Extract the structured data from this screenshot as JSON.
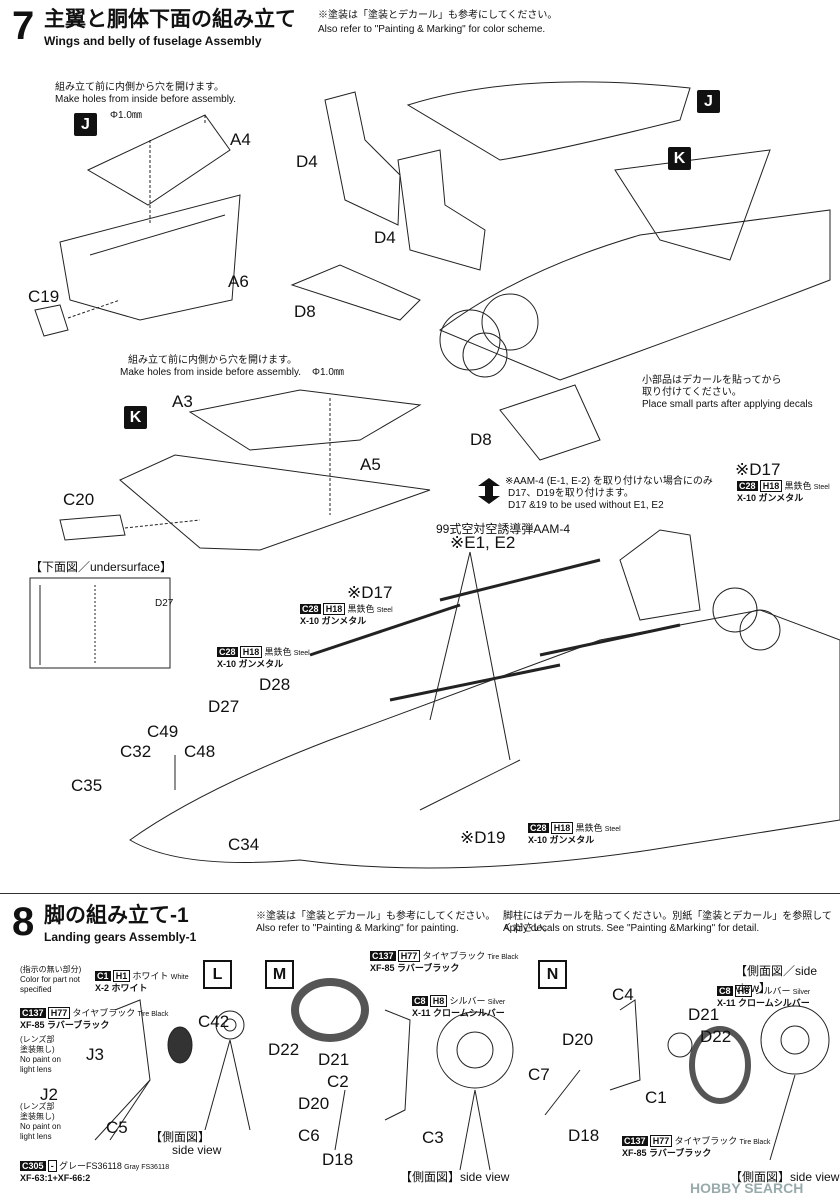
{
  "step7": {
    "number": "7",
    "title_jp": "主翼と胴体下面の組み立て",
    "title_en": "Wings and belly of fuselage Assembly",
    "note_jp": "※塗装は「塗装とデカール」も参考にしてください。",
    "note_en": "Also refer to \"Painting & Marking\" for color scheme.",
    "hole_note_j_jp": "組み立て前に内側から穴を開けます。",
    "hole_note_j_en": "Make holes from inside before assembly.",
    "hole_size_j": "Φ1.0㎜",
    "hole_note_k_jp": "組み立て前に内側から穴を開けます。",
    "hole_note_k_en": "Make holes from inside before assembly.",
    "hole_size_k": "Φ1.0㎜",
    "marker_j": "J",
    "marker_k": "K",
    "marker_j2": "J",
    "marker_k2": "K",
    "parts": {
      "a4": "A4",
      "a6": "A6",
      "c19": "C19",
      "d4a": "D4",
      "d4b": "D4",
      "d8a": "D8",
      "d8b": "D8",
      "a3": "A3",
      "a5": "A5",
      "c20": "C20",
      "d27a": "D27",
      "d17a": "※D17",
      "d17b": "※D17",
      "e1e2": "※E1, E2",
      "d28": "D28",
      "d27b": "D27",
      "c49": "C49",
      "c32": "C32",
      "c48": "C48",
      "c35": "C35",
      "c34": "C34",
      "d19": "※D19"
    },
    "small_parts_jp": "小部品はデカールを貼ってから",
    "small_parts_jp2": "取り付けてください。",
    "small_parts_en": "Place small parts after applying decals",
    "aam_note_jp": "※AAM-4 (E-1, E-2) を取り付けない場合にのみ",
    "aam_note_jp2": "D17、D19を取り付けます。",
    "aam_note_en": "D17 &19 to be used without E1, E2",
    "undersurface": "【下面図／undersurface】",
    "missile_label": "99式空対空誘導弾AAM-4",
    "paints": [
      {
        "code": "C28",
        "h": "H18",
        "jp": "黒鉄色",
        "en": "Steel",
        "name": "X-10 ガンメタル"
      },
      {
        "code": "C28",
        "h": "H18",
        "jp": "黒鉄色",
        "en": "Steel",
        "name": "X-10 ガンメタル"
      },
      {
        "code": "C28",
        "h": "H18",
        "jp": "黒鉄色",
        "en": "Steel",
        "name": "X-10 ガンメタル"
      },
      {
        "code": "C28",
        "h": "H18",
        "jp": "黒鉄色",
        "en": "Steel",
        "name": "X-10 ガンメタル"
      }
    ]
  },
  "step8": {
    "number": "8",
    "title_jp": "脚の組み立て-1",
    "title_en": "Landing gears Assembly-1",
    "note_jp": "※塗装は「塗装とデカール」も参考にしてください。",
    "note_en": "Also refer to \"Painting & Marking\" for painting.",
    "decal_note_jp": "脚柱にはデカールを貼ってください。別紙「塗装とデカール」を参照してください。",
    "decal_note_en": "Apply decals on struts. See \"Painting &Marking\" for detail.",
    "legend_jp": "(指示の無い部分)",
    "legend_en1": "Color for part not",
    "legend_en2": "specified",
    "markers": {
      "l": "L",
      "m": "M",
      "n": "N"
    },
    "parts": {
      "c42": "C42",
      "j3": "J3",
      "j2": "J2",
      "c5": "C5",
      "d22a": "D22",
      "d21a": "D21",
      "c2": "C2",
      "d20a": "D20",
      "c6": "C6",
      "d18a": "D18",
      "c3": "C3",
      "c4": "C4",
      "d21b": "D21",
      "d20b": "D20",
      "c7": "C7",
      "d22b": "D22",
      "c1": "C1",
      "d18b": "D18"
    },
    "lens_a_jp": "(レンズ部",
    "lens_a_jp2": "塗装無し)",
    "lens_a_en1": "No paint on",
    "lens_a_en2": "light lens",
    "lens_b_jp": "(レンズ部",
    "lens_b_jp2": "塗装無し)",
    "lens_b_en1": "No paint on",
    "lens_b_en2": "light lens",
    "side_view_l_jp": "【側面図】",
    "side_view_l_en": "side view",
    "side_view_m": "【側面図】side view",
    "side_view_n": "【側面図／side view】",
    "side_view_n2": "【側面図】side view",
    "paint_white": {
      "code": "C1",
      "h": "H1",
      "jp": "ホワイト",
      "en": "White",
      "name": "X-2 ホワイト"
    },
    "paint_tire_l": {
      "code": "C137",
      "h": "H77",
      "jp": "タイヤブラック",
      "en": "Tire Black",
      "name": "XF-85 ラバーブラック"
    },
    "paint_tire_m": {
      "code": "C137",
      "h": "H77",
      "jp": "タイヤブラック",
      "en": "Tire Black",
      "name": "XF-85 ラバーブラック"
    },
    "paint_tire_n": {
      "code": "C137",
      "h": "H77",
      "jp": "タイヤブラック",
      "en": "Tire Black",
      "name": "XF-85 ラバーブラック"
    },
    "paint_silver_m": {
      "code": "C8",
      "h": "H8",
      "jp": "シルバー",
      "en": "Silver",
      "name": "X-11 クロームシルバー"
    },
    "paint_silver_n": {
      "code": "C8",
      "h": "H8",
      "jp": "シルバー",
      "en": "Silver",
      "name": "X-11 クロームシルバー"
    },
    "paint_gray": {
      "code": "C305",
      "h": "-",
      "jp": "グレーFS36118",
      "en": "Gray FS36118",
      "name": "XF-63:1+XF-66:2"
    }
  },
  "watermark": "HOBBY SEARCH"
}
